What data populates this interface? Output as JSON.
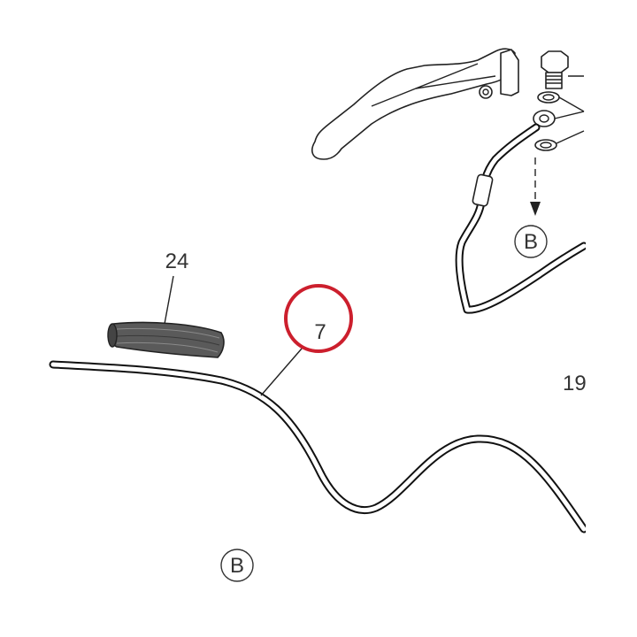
{
  "labels": {
    "part_24": "24",
    "part_7": "7",
    "ref_b_top": "B",
    "ref_b_bottom": "B",
    "part_19_partial": "19"
  },
  "colors": {
    "highlight": "#cc1f2d",
    "line": "#111111",
    "sleeve": "#555555"
  }
}
